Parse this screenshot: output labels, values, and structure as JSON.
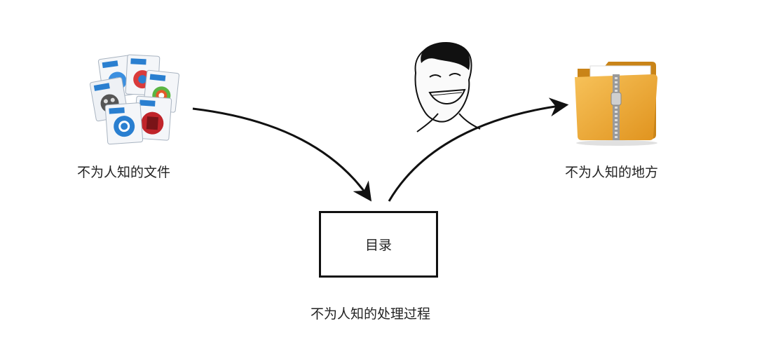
{
  "nodes": {
    "source": {
      "label": "不为人知的文件",
      "icon": "media-files-icon"
    },
    "destination": {
      "label": "不为人知的地方",
      "icon": "zipped-folder-icon"
    },
    "middle": {
      "label": "目录"
    },
    "process": {
      "label": "不为人知的处理过程"
    }
  },
  "decoration": {
    "icon": "meme-face-icon"
  },
  "colors": {
    "stroke": "#111111",
    "folder": "#f0a830",
    "folder_dark": "#c98418",
    "file_blue": "#2a7fd0",
    "file_red": "#c0242a"
  }
}
